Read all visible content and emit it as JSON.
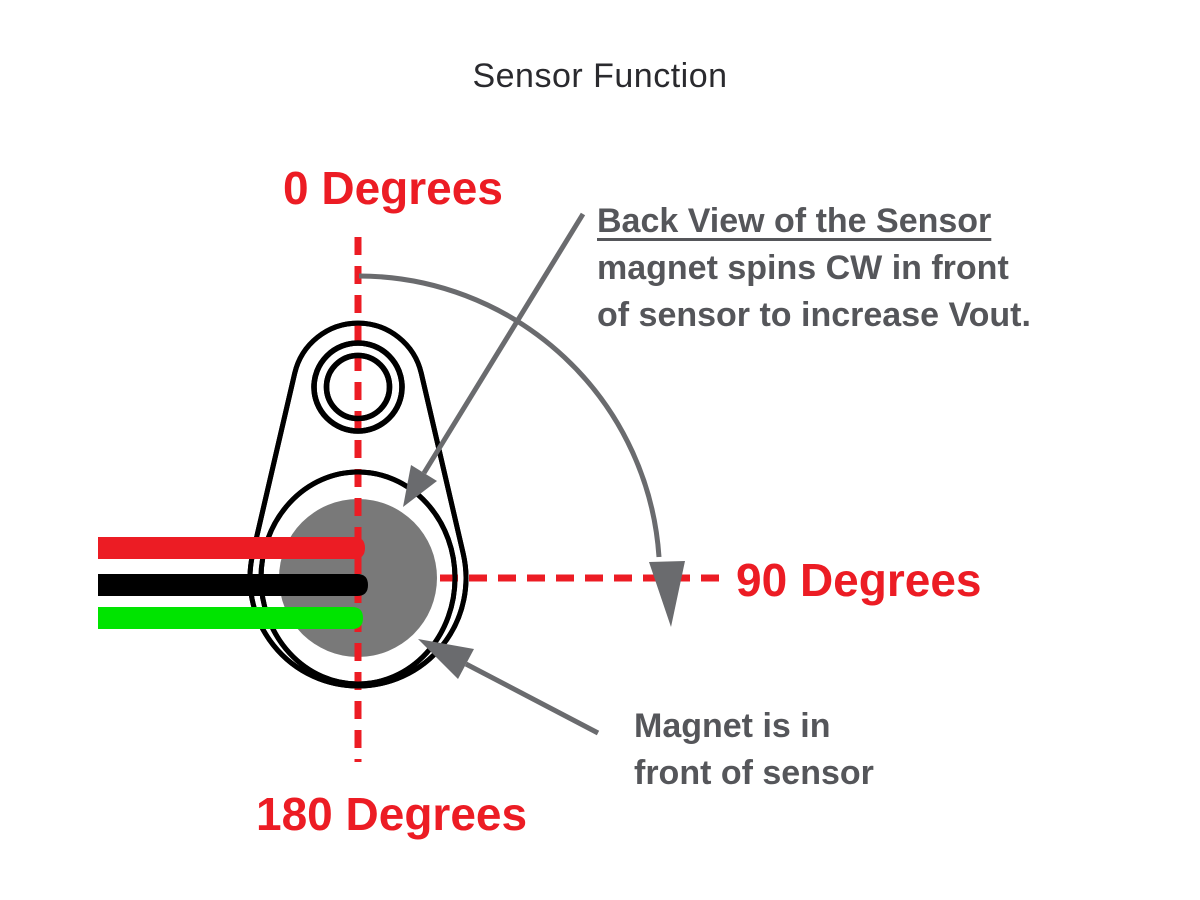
{
  "title": "Sensor Function",
  "labels": {
    "deg0": "0 Degrees",
    "deg90": "90 Degrees",
    "deg180": "180 Degrees"
  },
  "annotations": {
    "back_view": {
      "line1": "Back View of the Sensor",
      "line2": "magnet spins CW in front",
      "line3": "of sensor to increase Vout."
    },
    "magnet_front": {
      "line1": "Magnet is in",
      "line2": "front of sensor"
    }
  },
  "components": {
    "sensor_body": "teardrop-shaped sensor back view outline",
    "mounting_hole": "double-ring mounting hole at top of sensor",
    "sensor_face": "round sensor face outline",
    "magnet": "gray magnet disc in front of sensor",
    "wires": [
      "red wire",
      "black wire",
      "green wire"
    ],
    "axes": [
      "vertical red dashed axis (0 to 180 degrees)",
      "horizontal red dashed axis (90 degrees)"
    ],
    "arrows": [
      "clockwise rotation arc arrow",
      "back-view pointer arrow",
      "magnet pointer arrow"
    ]
  },
  "colors": {
    "accent_red": "#EC1C24",
    "annotation_gray": "#55565A",
    "arrow_gray": "#6A6B6E",
    "magnet_gray": "#797979",
    "wire_red": "#EC1C24",
    "wire_black": "#000000",
    "wire_green": "#00E400",
    "outline_black": "#000000",
    "title_color": "#2A2A2E",
    "background": "#FFFFFF"
  }
}
